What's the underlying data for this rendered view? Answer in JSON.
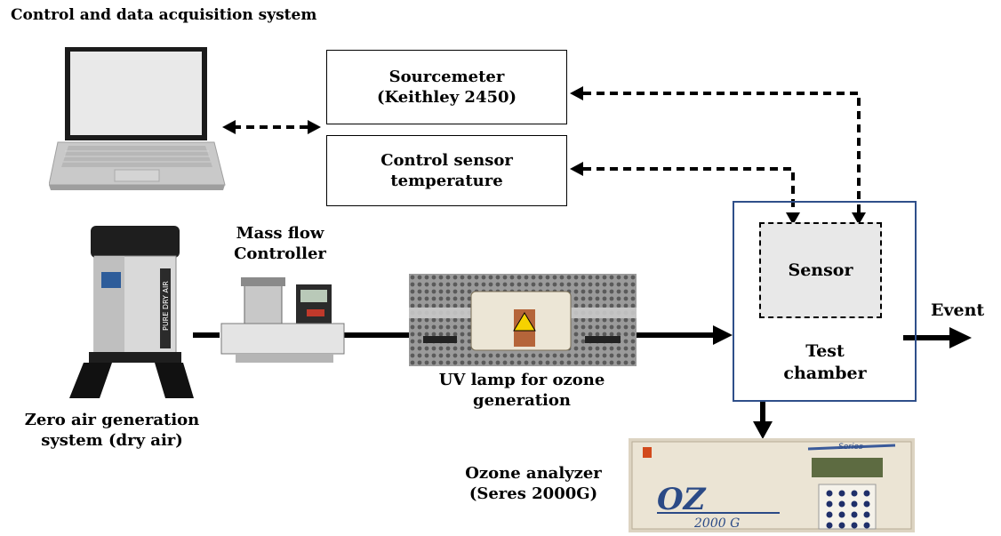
{
  "title": "Control and data acquisition system",
  "sourcemeter": {
    "line1": "Sourcemeter",
    "line2": "(Keithley 2450)"
  },
  "control_sensor": {
    "line1": "Control sensor",
    "line2": "temperature"
  },
  "mass_flow": {
    "line1": "Mass flow",
    "line2": "Controller"
  },
  "uv_lamp": {
    "line1": "UV lamp for ozone",
    "line2": "generation"
  },
  "zero_air": {
    "line1": "Zero air generation",
    "line2": "system (dry air)"
  },
  "sensor": "Sensor",
  "test_chamber": {
    "line1": "Test",
    "line2": "chamber"
  },
  "event": "Event",
  "ozone_analyzer": {
    "line1": "Ozone analyzer",
    "line2": "(Seres 2000G)"
  },
  "analyzer_face": {
    "model": "OZ",
    "sub": "2000 G",
    "brand": "Series"
  },
  "generator_face": "PURE DRY AIR",
  "colors": {
    "chamber_border": "#2f4f8a",
    "sensor_fill": "#e8e8e8",
    "line": "#000000"
  }
}
